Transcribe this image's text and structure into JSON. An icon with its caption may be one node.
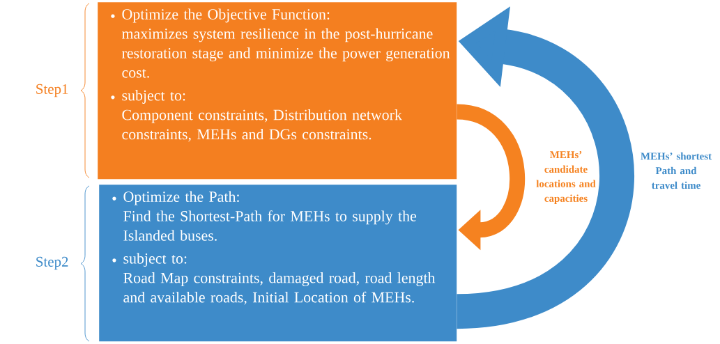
{
  "diagram": {
    "nodes": [
      {
        "text": [
          "Optimize the Objective Function:",
          "maximizes system resilience in the post-hurricane restoration stage and minimize the power generation cost.",
          "subject to:",
          "Component constraints, Distribution network constraints, MEHs and DGs constraints."
        ],
        "beside": [
          "Step1"
        ]
      },
      {
        "text": [
          "Optimize the Path:",
          "Find the Shortest-Path for MEHs to supply the Islanded buses.",
          "subject to:",
          "Road Map constraints, damaged road, road length and available roads, Initial Location of MEHs."
        ],
        "beside": [
          "Step2"
        ]
      }
    ],
    "edges": [
      {
        "from": 0,
        "to": 1,
        "arrow": "to",
        "label": "MEHs’ candidate locations and capacities",
        "color": "#f58220"
      },
      {
        "from": 1,
        "to": 0,
        "arrow": "to",
        "label": "MEHs’ shortest Path and travel time",
        "style": "thick",
        "color": "#3e8bc9"
      }
    ]
  }
}
